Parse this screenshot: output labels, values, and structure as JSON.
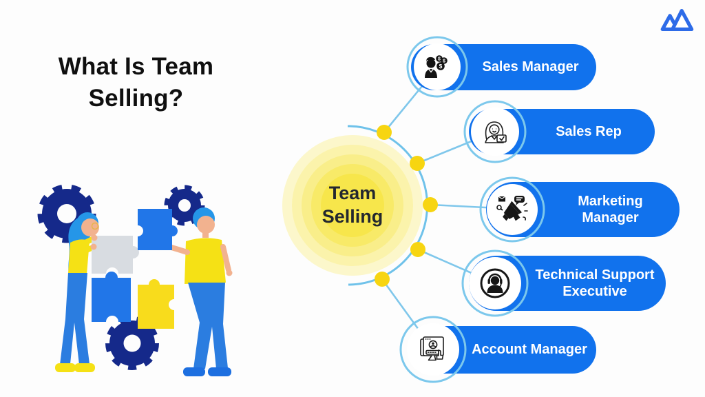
{
  "page": {
    "background": "#fdfdfd"
  },
  "logo": {
    "name": "mountain-m-logo",
    "color": "#2d6be8"
  },
  "heading": {
    "text": "What Is Team Selling?",
    "color": "#0f0f0f"
  },
  "diagram": {
    "center": {
      "label": "Team Selling",
      "text_color": "#23272f",
      "fill_steps": [
        "#fcf7cb",
        "#fbf3ab",
        "#f9ee8a",
        "#f8ea68",
        "#f7e64b"
      ]
    },
    "connector_color": "#6fc2ea",
    "node_dot_color": "#f7d511",
    "pill_color": "#1172ed",
    "pill_text_color": "#ffffff",
    "nodes": [
      {
        "label": "Sales Manager",
        "icon": "sales-manager-coins-icon"
      },
      {
        "label": "Sales Rep",
        "icon": "sales-rep-laptop-icon"
      },
      {
        "label": "Marketing Manager",
        "icon": "marketing-megaphone-icon"
      },
      {
        "label": "Technical Support Executive",
        "icon": "headset-agent-icon"
      },
      {
        "label": "Account Manager",
        "icon": "account-monitor-icon"
      }
    ]
  },
  "illustration": {
    "name": "teamwork-puzzle-illustration",
    "colors": {
      "gear_navy": "#15298a",
      "puzzle_blue": "#2176e8",
      "puzzle_yellow": "#f8dc1c",
      "puzzle_gray": "#d8dce1",
      "hair_blue": "#2596e8",
      "shirt_yellow": "#f5e115",
      "pants_blue": "#2b7de0",
      "skin": "#f2b28f"
    }
  }
}
